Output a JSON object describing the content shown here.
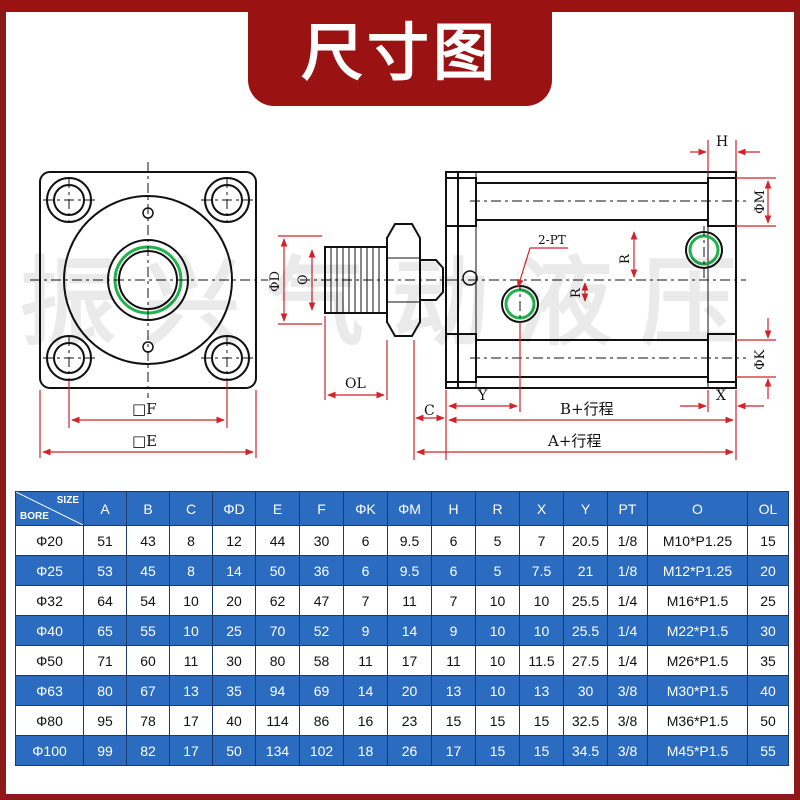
{
  "title": "尺寸图",
  "watermark": "振兴气动液压",
  "colors": {
    "brand_red": "#9b1212",
    "table_blue": "#2b6cc0",
    "dimension_red": "#d2222a",
    "port_green": "#22b14c"
  },
  "drawing_labels": {
    "square_f": "□F",
    "square_e": "□E",
    "phi_d": "ΦD",
    "o": "O",
    "ol": "OL",
    "c": "C",
    "y": "Y",
    "b_stroke": "B+行程",
    "a_stroke": "A+行程",
    "x": "X",
    "h": "H",
    "phi_m": "ΦM",
    "phi_k": "ΦK",
    "r1": "R",
    "r2": "R",
    "pt": "2-PT"
  },
  "table": {
    "corner_size": "SIZE",
    "corner_bore": "BORE",
    "headers": [
      "A",
      "B",
      "C",
      "ΦD",
      "E",
      "F",
      "ΦK",
      "ΦM",
      "H",
      "R",
      "X",
      "Y",
      "PT",
      "O",
      "OL"
    ],
    "rows": [
      {
        "bore": "Φ20",
        "cells": [
          "51",
          "43",
          "8",
          "12",
          "44",
          "30",
          "6",
          "9.5",
          "6",
          "5",
          "7",
          "20.5",
          "1/8",
          "M10*P1.25",
          "15"
        ]
      },
      {
        "bore": "Φ25",
        "cells": [
          "53",
          "45",
          "8",
          "14",
          "50",
          "36",
          "6",
          "9.5",
          "6",
          "5",
          "7.5",
          "21",
          "1/8",
          "M12*P1.25",
          "20"
        ]
      },
      {
        "bore": "Φ32",
        "cells": [
          "64",
          "54",
          "10",
          "20",
          "62",
          "47",
          "7",
          "11",
          "7",
          "10",
          "10",
          "25.5",
          "1/4",
          "M16*P1.5",
          "25"
        ]
      },
      {
        "bore": "Φ40",
        "cells": [
          "65",
          "55",
          "10",
          "25",
          "70",
          "52",
          "9",
          "14",
          "9",
          "10",
          "10",
          "25.5",
          "1/4",
          "M22*P1.5",
          "30"
        ]
      },
      {
        "bore": "Φ50",
        "cells": [
          "71",
          "60",
          "11",
          "30",
          "80",
          "58",
          "11",
          "17",
          "11",
          "10",
          "11.5",
          "27.5",
          "1/4",
          "M26*P1.5",
          "35"
        ]
      },
      {
        "bore": "Φ63",
        "cells": [
          "80",
          "67",
          "13",
          "35",
          "94",
          "69",
          "14",
          "20",
          "13",
          "10",
          "13",
          "30",
          "3/8",
          "M30*P1.5",
          "40"
        ]
      },
      {
        "bore": "Φ80",
        "cells": [
          "95",
          "78",
          "17",
          "40",
          "114",
          "86",
          "16",
          "23",
          "15",
          "15",
          "15",
          "32.5",
          "3/8",
          "M36*P1.5",
          "50"
        ]
      },
      {
        "bore": "Φ100",
        "cells": [
          "99",
          "82",
          "17",
          "50",
          "134",
          "102",
          "18",
          "26",
          "17",
          "15",
          "15",
          "34.5",
          "3/8",
          "M45*P1.5",
          "55"
        ]
      }
    ]
  }
}
